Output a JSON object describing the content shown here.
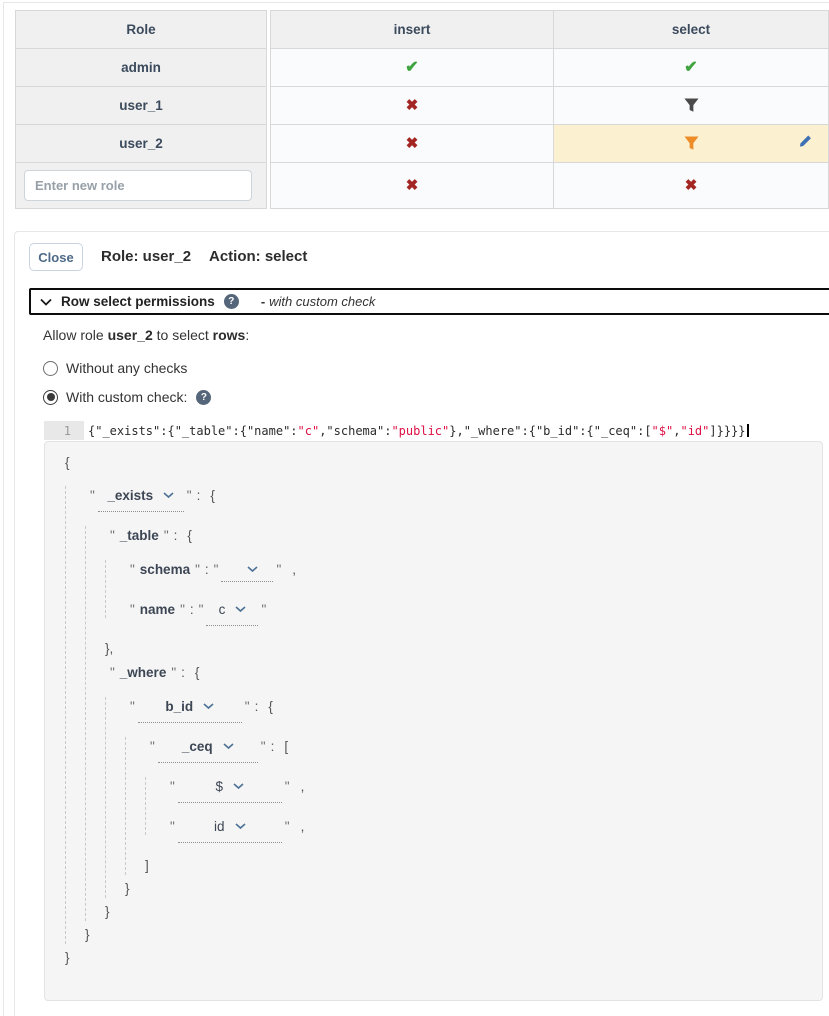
{
  "icons": {
    "check": "✔",
    "cross": "✖",
    "help": "?"
  },
  "table": {
    "role_header": "Role",
    "insert_header": "insert",
    "select_header": "select",
    "rows": [
      {
        "role": "admin"
      },
      {
        "role": "user_1"
      },
      {
        "role": "user_2"
      }
    ],
    "new_role_placeholder": "Enter new role"
  },
  "editor": {
    "close": "Close",
    "role": "Role: user_2",
    "action": "Action: select",
    "section_title": "Row select permissions",
    "section_status_dash": "-",
    "section_status": "with custom check",
    "allow": {
      "p1": "Allow role",
      "role": "user_2",
      "p2": "to select",
      "rows": "rows",
      "p3": ":"
    },
    "radio1": "Without any checks",
    "radio2": "With custom check:",
    "code_line_no": "1",
    "code": {
      "s1": "{\"_exists\":{\"_table\":{\"name\":",
      "v1": "\"c\"",
      "s2": ",\"schema\":",
      "v2": "\"public\"",
      "s3": "},\"_where\":{\"b_id\":{\"_ceq\":[",
      "v3": "\"$\"",
      "s4": ",",
      "v4": "\"id\"",
      "s5": "]}}}}"
    },
    "builder": {
      "exists": "_exists",
      "table": "_table",
      "schema": "schema",
      "schema_value": "",
      "name": "name",
      "name_value": "c",
      "where": "_where",
      "column": "b_id",
      "op": "_ceq",
      "arg1": "$",
      "arg2": "id"
    }
  },
  "punct": {
    "q": "\"",
    "colon": ":",
    "ob": "{",
    "cb": "}",
    "obr": "[",
    "cbr": "]",
    "comma": ","
  }
}
